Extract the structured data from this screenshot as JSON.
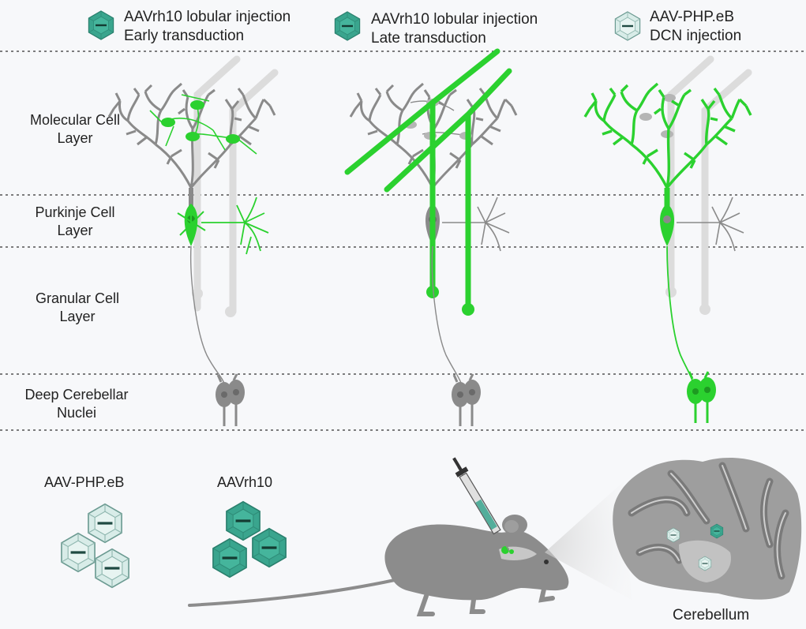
{
  "legend": [
    {
      "line1": "AAVrh10 lobular injection",
      "line2": "Early transduction",
      "variant": "dark"
    },
    {
      "line1": "AAVrh10 lobular injection",
      "line2": "Late transduction",
      "variant": "dark"
    },
    {
      "line1": "AAV-PHP.eB",
      "line2": "DCN injection",
      "variant": "light"
    }
  ],
  "layers": [
    {
      "line1": "Molecular Cell",
      "line2": "Layer"
    },
    {
      "line1": "Purkinje  Cell",
      "line2": "Layer"
    },
    {
      "line1": "Granular Cell",
      "line2": "Layer"
    },
    {
      "line1": "Deep Cerebellar",
      "line2": "Nuclei"
    }
  ],
  "viruses": {
    "light_label": "AAV-PHP.eB",
    "dark_label": "AAVrh10"
  },
  "cerebellum_label": "Cerebellum",
  "colors": {
    "transduced_green": "#2bd12f",
    "untransduced_gray": "#8a8a8a",
    "faint_gray": "#d2d2d2",
    "capsid_dark": "#3aa58e",
    "capsid_light": "#d8ece8",
    "mouse_gray": "#8c8c8c"
  }
}
